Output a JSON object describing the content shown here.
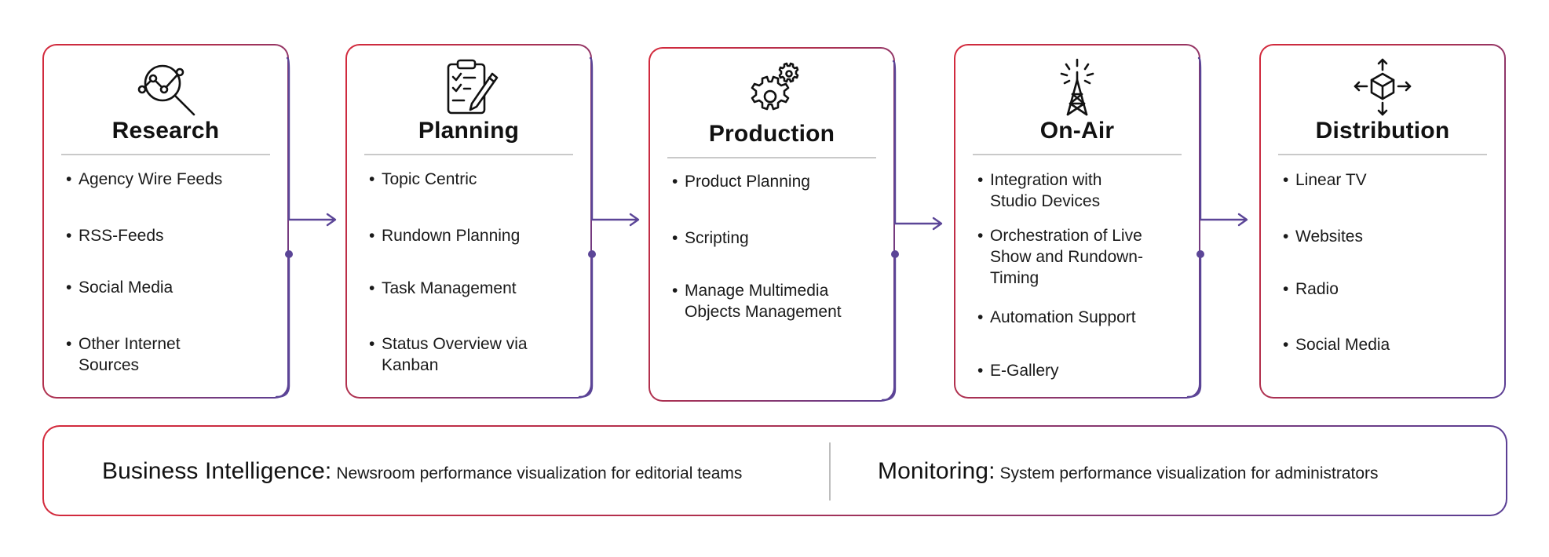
{
  "colors": {
    "accent_red": "#d42a3c",
    "accent_purple": "#5a3f95",
    "connector": "#5b4597"
  },
  "stages": [
    {
      "title": "Research",
      "icon": "research-analytics-icon",
      "items": [
        "Agency Wire Feeds",
        "RSS-Feeds",
        "Social Media",
        "Other Internet Sources"
      ],
      "item_lines": [
        [
          "Agency Wire Feeds"
        ],
        [
          "RSS-Feeds"
        ],
        [
          "Social Media"
        ],
        [
          "Other Internet",
          "Sources"
        ]
      ]
    },
    {
      "title": "Planning",
      "icon": "clipboard-pencil-icon",
      "items": [
        "Topic Centric",
        "Rundown Planning",
        "Task Management",
        "Status Overview via Kanban"
      ],
      "item_lines": [
        [
          "Topic Centric"
        ],
        [
          "Rundown Planning"
        ],
        [
          "Task Management"
        ],
        [
          "Status Overview via",
          "Kanban"
        ]
      ]
    },
    {
      "title": "Production",
      "icon": "gears-icon",
      "items": [
        "Product Planning",
        "Scripting",
        "Manage Multimedia Objects Management"
      ],
      "item_lines": [
        [
          "Product Planning"
        ],
        [
          "Scripting"
        ],
        [
          "Manage Multimedia",
          "Objects Management"
        ]
      ]
    },
    {
      "title": "On-Air",
      "icon": "broadcast-tower-icon",
      "items": [
        "Integration with Studio Devices",
        "Orchestration of Live Show and Rundown-Timing",
        "Automation Support",
        "E-Gallery"
      ],
      "item_lines": [
        [
          "Integration with",
          "Studio Devices"
        ],
        [
          "Orchestration of Live",
          "Show and Rundown-",
          "Timing"
        ],
        [
          "Automation Support"
        ],
        [
          "E-Gallery"
        ]
      ]
    },
    {
      "title": "Distribution",
      "icon": "cube-distribution-icon",
      "items": [
        "Linear TV",
        "Websites",
        "Radio",
        "Social Media"
      ],
      "item_lines": [
        [
          "Linear TV"
        ],
        [
          "Websites"
        ],
        [
          "Radio"
        ],
        [
          "Social Media"
        ]
      ]
    }
  ],
  "bottom": {
    "business_intelligence": {
      "heading": "Business Intelligence:",
      "text": "Newsroom performance visualization for editorial teams"
    },
    "monitoring": {
      "heading": "Monitoring:",
      "text": "System performance visualization for administrators"
    }
  }
}
